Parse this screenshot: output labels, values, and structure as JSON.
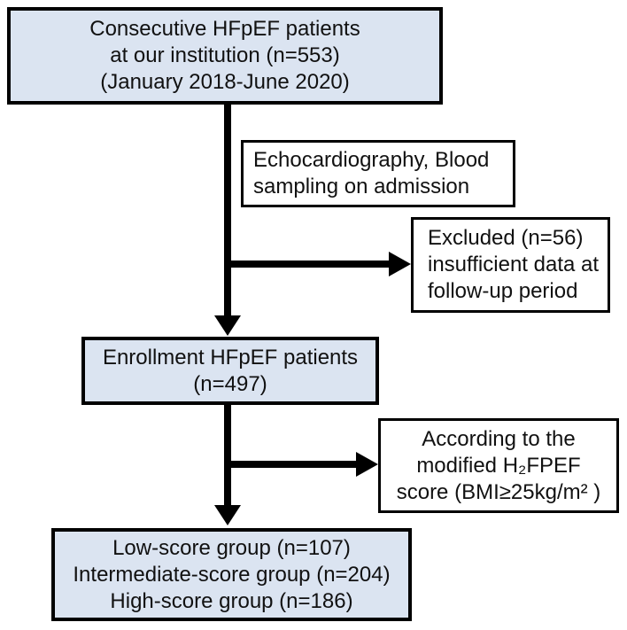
{
  "colors": {
    "box_fill_blue": "#dbe4f1",
    "box_fill_white": "#ffffff",
    "border": "#000000",
    "arrow": "#000000",
    "background": "#ffffff",
    "text": "#111111"
  },
  "boxes": {
    "consecutive": {
      "lines": [
        "Consecutive HFpEF patients",
        "at our institution (n=553)",
        "(January 2018-June 2020)"
      ]
    },
    "echo": {
      "lines": [
        "Echocardiography, Blood",
        "sampling on admission"
      ]
    },
    "excluded": {
      "lines": [
        "Excluded (n=56)",
        "insufficient data at",
        "follow-up period"
      ]
    },
    "enrollment": {
      "lines": [
        "Enrollment HFpEF patients",
        "(n=497)"
      ]
    },
    "according": {
      "lines": [
        "According to the",
        "modified H₂FPEF",
        "score (BMI≥25kg/m² )"
      ]
    },
    "groups": {
      "lines": [
        "Low-score group (n=107)",
        "Intermediate-score group (n=204)",
        "High-score group (n=186)"
      ]
    }
  }
}
